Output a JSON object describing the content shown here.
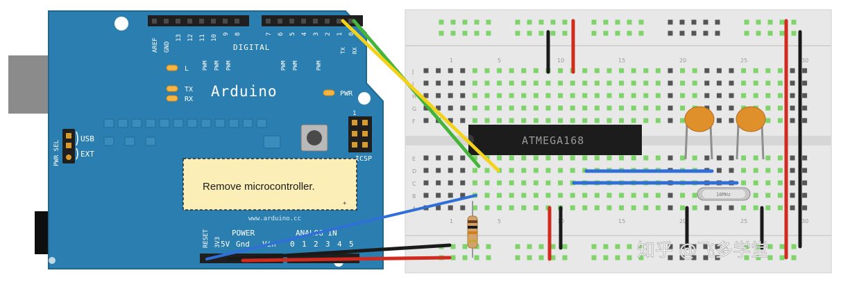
{
  "arduino": {
    "brand": "Arduino",
    "site": "www.arduino.cc",
    "digital_label": "DIGITAL",
    "header_top_labels": [
      "AREF",
      "GND",
      "13",
      "12",
      "11",
      "10",
      "9",
      "8",
      "7",
      "6",
      "5",
      "4",
      "3",
      "2",
      "1",
      "0"
    ],
    "tx": "TX",
    "rx": "RX",
    "pwm": "PWM",
    "led_l": "L",
    "led_tx": "TX",
    "led_rx": "RX",
    "pwr": "PWR",
    "usb": "USB",
    "ext": "EXT",
    "pwr_sel": "PWR SEL",
    "icsp": "ICSP",
    "icsp_num": "1",
    "reset": "RESET",
    "v3": "3V3",
    "v5": "5V",
    "gnd": "Gnd",
    "vin": "Vin",
    "power": "POWER",
    "analog_in": "ANALOG IN",
    "analog_pins": [
      "0",
      "1",
      "2",
      "3",
      "4",
      "5"
    ],
    "note": "Remove microcontroller."
  },
  "breadboard": {
    "column_numbers": [
      "1",
      "5",
      "10",
      "15",
      "20",
      "25",
      "30"
    ],
    "row_letters_top": [
      "J",
      "I",
      "H",
      "G",
      "F"
    ],
    "row_letters_bottom": [
      "E",
      "D",
      "C",
      "B",
      "A"
    ]
  },
  "components": {
    "chip_label": "ATMEGA168",
    "crystal_label": "16MHz"
  },
  "watermark": "知乎 @飞多学堂",
  "colors": {
    "board": "#2a7fb0",
    "board_dark": "#1c5f88",
    "breadboard": "#e8e8e8",
    "hole_green": "#7ed36b",
    "wire_red": "#d12a1f",
    "wire_black": "#1a1a1a",
    "wire_blue": "#2f6fd6",
    "wire_yellow": "#f2d21b",
    "wire_green": "#45b43a",
    "note_bg": "#fbeeb6"
  }
}
